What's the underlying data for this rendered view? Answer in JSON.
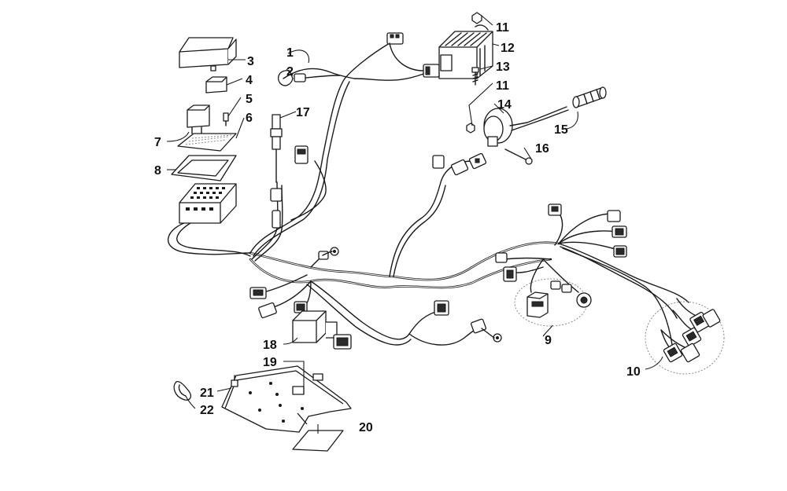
{
  "callouts": {
    "c1": "1",
    "c2": "2",
    "c3": "3",
    "c4": "4",
    "c5": "5",
    "c6": "6",
    "c7": "7",
    "c8": "8",
    "c9": "9",
    "c10": "10",
    "c11a": "11",
    "c11b": "11",
    "c12": "12",
    "c13": "13",
    "c14": "14",
    "c15": "15",
    "c16": "16",
    "c17": "17",
    "c18": "18",
    "c19": "19",
    "c20": "20",
    "c21": "21",
    "c22": "22"
  },
  "colors": {
    "line": "#1a1a1a",
    "background": "#ffffff"
  }
}
